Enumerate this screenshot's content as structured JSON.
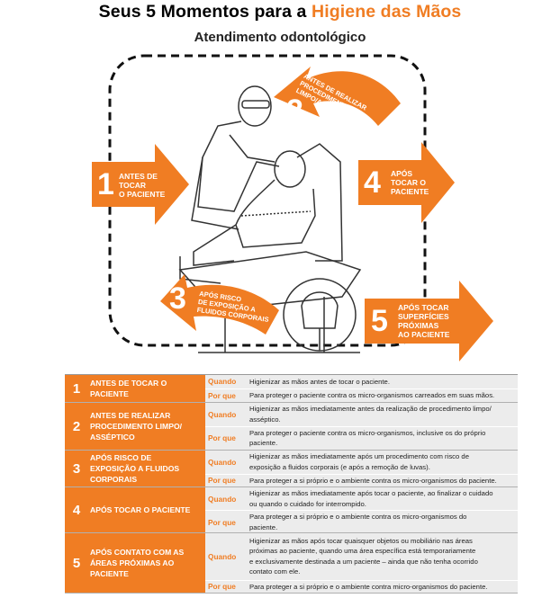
{
  "header": {
    "title_part1": "Seus 5 Momentos para a ",
    "title_part2": "Higiene das Mãos",
    "subtitle": "Atendimento odontológico"
  },
  "colors": {
    "accent": "#f07d23",
    "table_bg": "#ececec",
    "text": "#222222"
  },
  "illustration": {
    "description_icons": [
      "dentist-figure",
      "patient-figure",
      "dental-chair"
    ],
    "arrows": [
      {
        "number": "1",
        "lines": [
          "ANTES DE",
          "TOCAR",
          "O PACIENTE"
        ]
      },
      {
        "number": "2",
        "lines": [
          "ANTES DE REALIZAR",
          "PROCEDIMENTO",
          "LIMPO/ASSÉPTICO"
        ]
      },
      {
        "number": "3",
        "lines": [
          "APÓS RISCO",
          "DE EXPOSIÇÃO A",
          "FLUIDOS CORPORAIS"
        ]
      },
      {
        "number": "4",
        "lines": [
          "APÓS",
          "TOCAR O",
          "PACIENTE"
        ]
      },
      {
        "number": "5",
        "lines": [
          "APÓS TOCAR",
          "SUPERFÍCIES",
          "PRÓXIMAS",
          "AO PACIENTE"
        ]
      }
    ]
  },
  "table": {
    "rows": [
      {
        "number": "1",
        "moment_lines": [
          "ANTES DE TOCAR O",
          "PACIENTE"
        ],
        "when_label": "Quando",
        "when_lines": [
          "Higienizar as mãos antes de tocar o paciente."
        ],
        "why_label": "Por que",
        "why_lines": [
          "Para proteger o paciente contra os micro-organismos carreados em suas mãos."
        ]
      },
      {
        "number": "2",
        "moment_lines": [
          "ANTES DE REALIZAR",
          "PROCEDIMENTO LIMPO/",
          "ASSÉPTICO"
        ],
        "when_label": "Quando",
        "when_lines": [
          "Higienizar as mãos imediatamente antes da realização de procedimento limpo/",
          "asséptico."
        ],
        "why_label": "Por que",
        "why_lines": [
          "Para proteger o paciente contra os micro-organismos, inclusive os do próprio",
          "paciente."
        ]
      },
      {
        "number": "3",
        "moment_lines": [
          "APÓS RISCO DE",
          "EXPOSIÇÃO A FLUIDOS",
          "CORPORAIS"
        ],
        "when_label": "Quando",
        "when_lines": [
          "Higienizar as mãos imediatamente após um procedimento com risco de",
          "exposição a fluidos corporais (e após a remoção de luvas)."
        ],
        "why_label": "Por que",
        "why_lines": [
          "Para proteger a si próprio e o ambiente contra os micro-organismos do paciente."
        ]
      },
      {
        "number": "4",
        "moment_lines": [
          "APÓS TOCAR O PACIENTE"
        ],
        "when_label": "Quando",
        "when_lines": [
          "Higienizar as mãos imediatamente após tocar o paciente, ao finalizar o cuidado",
          "ou quando o cuidado for interrompido."
        ],
        "why_label": "Por que",
        "why_lines": [
          "Para proteger a si próprio e o ambiente contra os micro-organismos do",
          "paciente."
        ]
      },
      {
        "number": "5",
        "moment_lines": [
          "APÓS CONTATO COM AS",
          "ÁREAS PRÓXIMAS AO",
          "PACIENTE"
        ],
        "when_label": "Quando",
        "when_lines": [
          "Higienizar as mãos após tocar quaisquer objetos ou mobiliário nas áreas",
          "próximas ao paciente, quando uma área específica está temporariamente",
          "e exclusivamente destinada a um paciente – ainda que não tenha ocorrido",
          "contato com ele."
        ],
        "why_label": "Por que",
        "why_lines": [
          "Para proteger a si próprio e o ambiente contra micro-organismos do paciente."
        ]
      }
    ]
  }
}
